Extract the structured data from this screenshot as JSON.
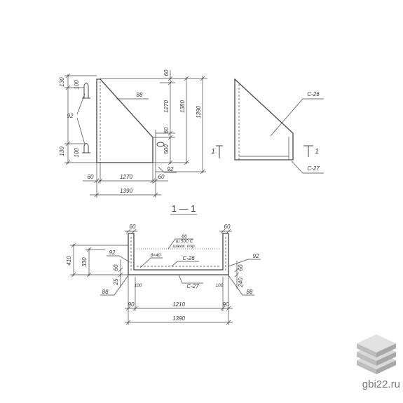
{
  "front_view": {
    "top_left_130": "130",
    "top_left_100": "100",
    "bottom_left_130": "130",
    "bottom_left_100": "100",
    "anchor_label_92": "92",
    "slope_label_88": "88",
    "right_top_60": "60",
    "right_1270": "1270",
    "right_60": "60",
    "right_500": "500",
    "right_1380": "1380",
    "right_1390": "1390",
    "bottom_anchor_92": "92",
    "bottom_60_left": "60",
    "bottom_1270": "1270",
    "bottom_60_right": "60",
    "bottom_1390": "1390"
  },
  "side_view": {
    "mesh_c26": "С-26",
    "mesh_c27": "С-27",
    "section_mark_left": "1",
    "section_mark_right": "1"
  },
  "section": {
    "title": "1 — 1",
    "top_60_left": "60",
    "top_60_right": "60",
    "note_86": "86",
    "note_spacing": "ш 500 С",
    "note_pattern": "шахм. пор.",
    "dim_410": "410",
    "dim_330": "330",
    "left_92": "92",
    "left_60": "60",
    "left_25": "25",
    "weld_8x40": "8×40",
    "mesh_c26": "С-26",
    "mesh_c27": "С-27",
    "right_92": "92",
    "right_60": "60",
    "right_240": "240",
    "left_88": "88",
    "right_88": "88",
    "left_100": "100",
    "right_100": "100",
    "bottom_left": "90",
    "bottom_1210": "1210",
    "bottom_right": "90",
    "bottom_1390": "1390"
  },
  "logo": {
    "site": "gbi22.ru",
    "icon": "stacked-slabs-icon"
  },
  "colors": {
    "ink": "#444444",
    "background": "#ffffff",
    "logo_light": "#d9d9d9",
    "logo_mid": "#bdbdbd",
    "logo_dark": "#a8a8a8"
  }
}
